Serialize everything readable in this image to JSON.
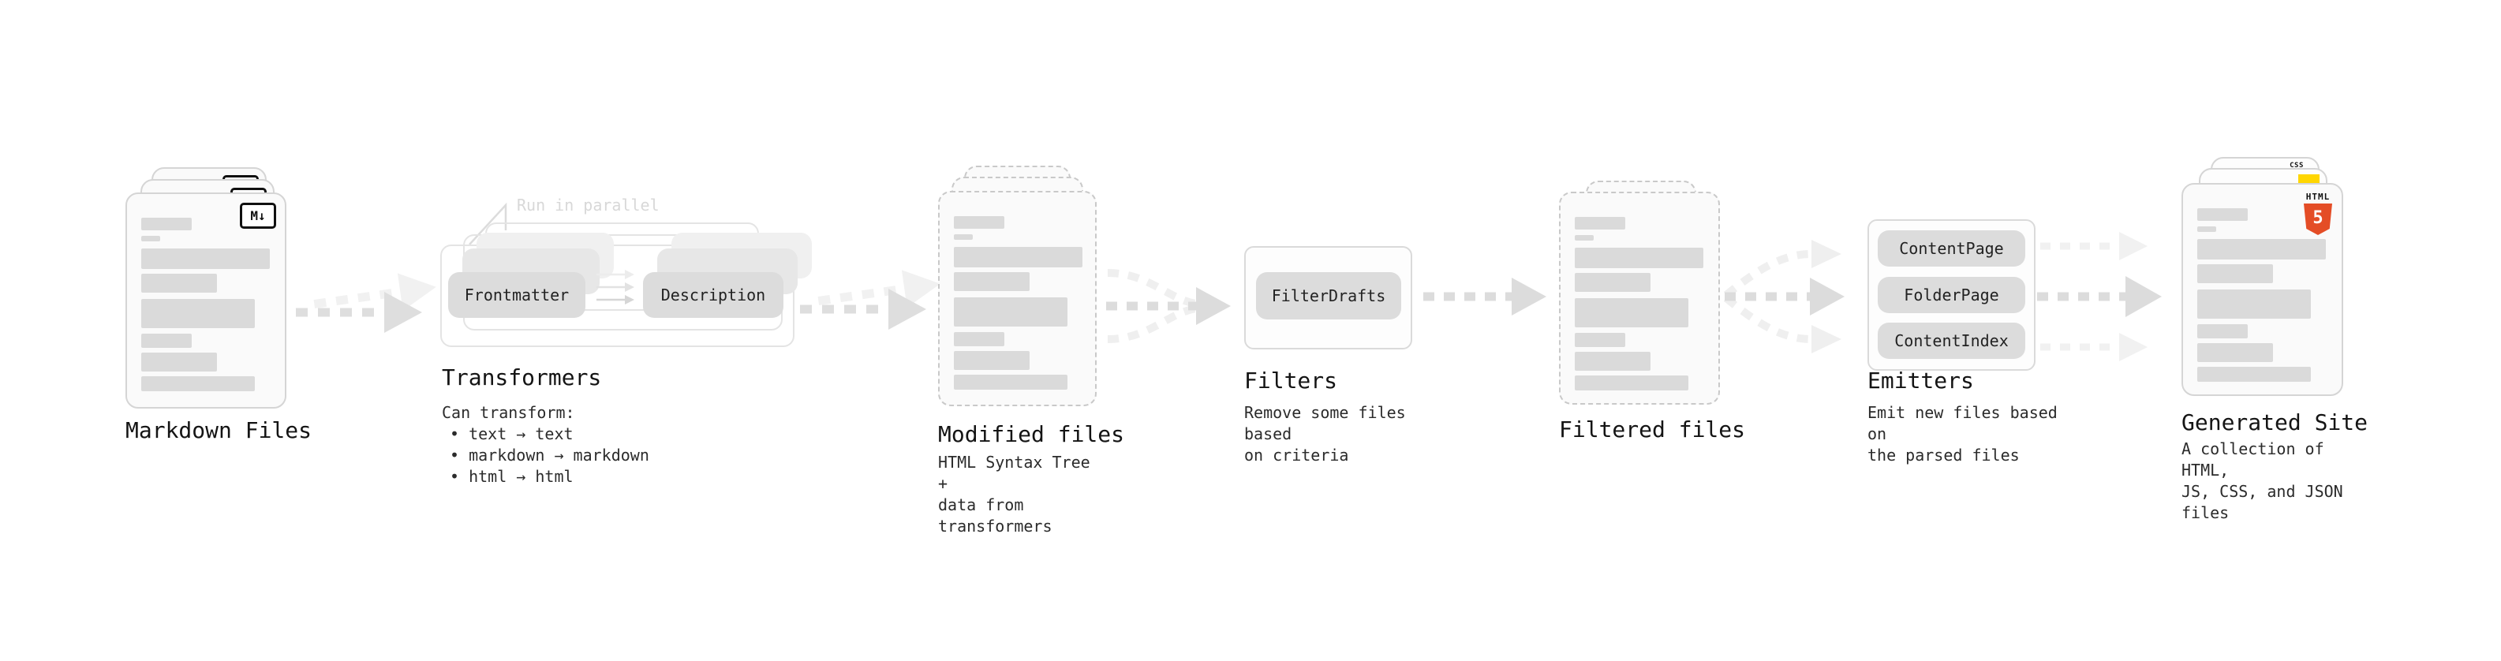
{
  "diagram": {
    "stages": {
      "markdown_files": {
        "label": "Markdown Files",
        "icon_label": "M↓"
      },
      "transformers": {
        "label": "Transformers",
        "annotation": "Run in parallel",
        "pills": [
          "Frontmatter",
          "Description"
        ],
        "caption_title": "Can transform:",
        "bullets": [
          "• text → text",
          "• markdown → markdown",
          "• html → html"
        ]
      },
      "modified_files": {
        "label": "Modified files",
        "caption": "HTML Syntax Tree +\ndata from transformers"
      },
      "filters": {
        "label": "Filters",
        "pills": [
          "FilterDrafts"
        ],
        "caption": "Remove some files based\non criteria"
      },
      "filtered_files": {
        "label": "Filtered files"
      },
      "emitters": {
        "label": "Emitters",
        "pills": [
          "ContentPage",
          "FolderPage",
          "ContentIndex"
        ],
        "caption": "Emit new files based on\nthe parsed files"
      },
      "generated_site": {
        "label": "Generated Site",
        "caption": "A collection of HTML,\nJS, CSS, and JSON files",
        "badges": {
          "css": "CSS",
          "html": "HTML",
          "html5_number": "5"
        }
      }
    },
    "colors": {
      "html5_orange": "#e44d26",
      "js_yellow": "#ffd600",
      "css_blue": "#2962f1",
      "arrow_dark": "#dcdcdc",
      "arrow_light": "#f1f1f1"
    }
  }
}
